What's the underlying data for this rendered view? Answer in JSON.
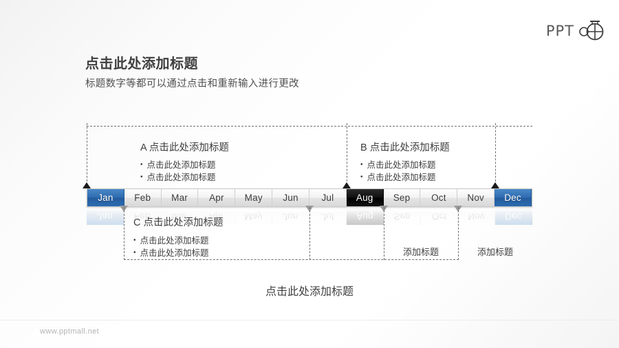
{
  "logo": {
    "text": "PPT",
    "mark": "globe-crosshair-icon"
  },
  "header": {
    "title": "点击此处添加标题",
    "subtitle": "标题数字等都可以通过点击和重新输入进行更改"
  },
  "timeline": {
    "months": [
      "Jan",
      "Feb",
      "Mar",
      "Apr",
      "May",
      "Jun",
      "Jul",
      "Aug",
      "Sep",
      "Oct",
      "Nov",
      "Dec"
    ],
    "highlight_blue": [
      "Jan",
      "Dec"
    ],
    "highlight_dark": [
      "Aug"
    ],
    "colors": {
      "blue": "#2f6cb0",
      "dark": "#000000",
      "cell": "#e9e9e9",
      "guide": "#6e6e6e",
      "marker_down": "#9b9b9b"
    }
  },
  "blocks": {
    "a": {
      "title": "A 点击此处添加标题",
      "bullets": [
        "点击此处添加标题",
        "点击此处添加标题"
      ]
    },
    "b": {
      "title": "B 点击此处添加标题",
      "bullets": [
        "点击此处添加标题",
        "点击此处添加标题"
      ]
    },
    "c": {
      "title": "C 点击此处添加标题",
      "bullets": [
        "点击此处添加标题",
        "点击此处添加标题"
      ]
    }
  },
  "subboxes": [
    {
      "label": "添加标题"
    },
    {
      "label": "添加标题"
    }
  ],
  "caption": "点击此处添加标题",
  "footer": {
    "site": "www.pptmall.net"
  }
}
